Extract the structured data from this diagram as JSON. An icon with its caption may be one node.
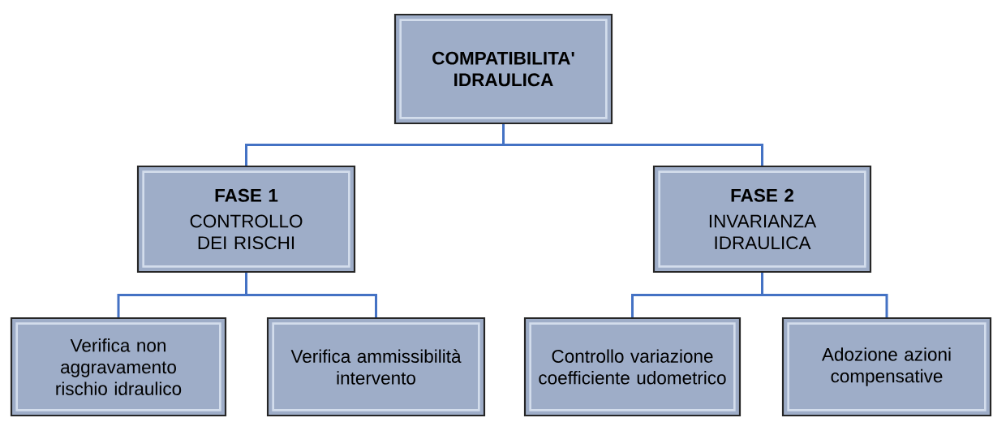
{
  "diagram": {
    "nodes": [
      {
        "text": [
          "COMPATIBILITA' IDRAULICA"
        ]
      },
      {
        "text": [
          "FASE 1",
          "CONTROLLO DEI RISCHI"
        ]
      },
      {
        "text": [
          "FASE 2",
          "INVARIANZA IDRAULICA"
        ]
      },
      {
        "text": [
          "Verifica non aggravamento rischio idraulico"
        ]
      },
      {
        "text": [
          "Verifica ammissibilità intervento"
        ]
      },
      {
        "text": [
          "Controllo variazione coefficiente udometrico"
        ]
      },
      {
        "text": [
          "Adozione azioni compensative"
        ]
      }
    ],
    "edges": [
      {
        "from": 0,
        "to": 1,
        "arrow": "none"
      },
      {
        "from": 0,
        "to": 2,
        "arrow": "none"
      },
      {
        "from": 1,
        "to": 3,
        "arrow": "none"
      },
      {
        "from": 1,
        "to": 4,
        "arrow": "none"
      },
      {
        "from": 2,
        "to": 5,
        "arrow": "none"
      },
      {
        "from": 2,
        "to": 6,
        "arrow": "none"
      }
    ]
  }
}
